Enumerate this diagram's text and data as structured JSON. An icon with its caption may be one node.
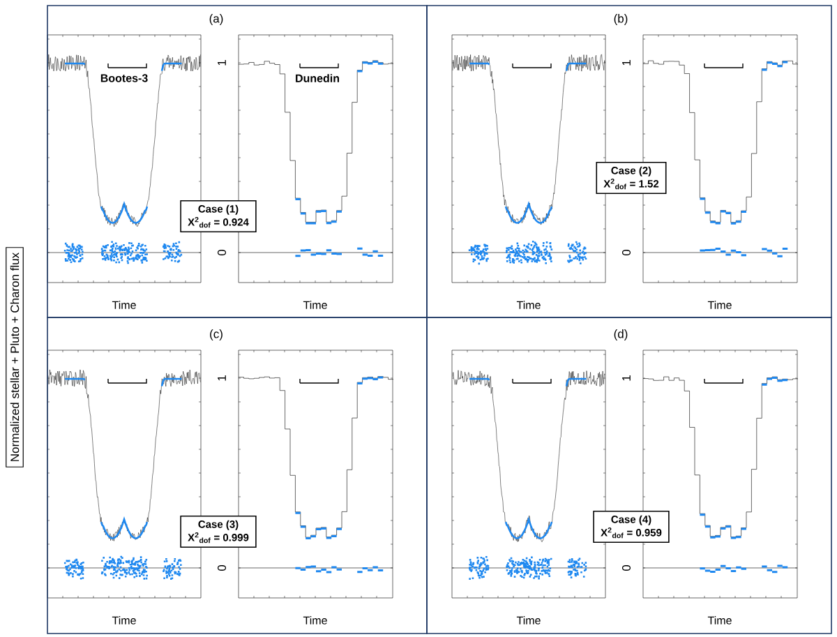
{
  "diagram": {
    "nodes": [
      {
        "text": [
          "Normalized stellar + Pluto + Charon  flux"
        ]
      },
      {
        "text": [
          "(a)"
        ]
      },
      {
        "text": [
          "Case (1)",
          "X$^{2}$$_{dof}$ = 0.924"
        ],
        "in": 1
      },
      {
        "text": [
          "(b)"
        ]
      },
      {
        "text": [
          "Case (2)",
          "X$^{2}$$_{dof}$ = 1.52"
        ],
        "in": 3
      },
      {
        "text": [
          "(c)"
        ]
      },
      {
        "text": [
          "Case (3)",
          "X$^{2}$$_{dof}$ = 0.999"
        ],
        "in": 5
      },
      {
        "text": [
          "(d)"
        ]
      },
      {
        "text": [
          "Case (4)",
          "X$^{2}$$_{dof}$ = 0.959"
        ],
        "in": 7
      }
    ],
    "labels": [
      "1",
      "Bootes-3",
      "Dunedin",
      "0",
      "Time",
      "Time",
      "1",
      "0",
      "Time",
      "Time",
      "1",
      "0",
      "Time",
      "Time",
      "1",
      "0",
      "Time",
      "Time"
    ]
  }
}
